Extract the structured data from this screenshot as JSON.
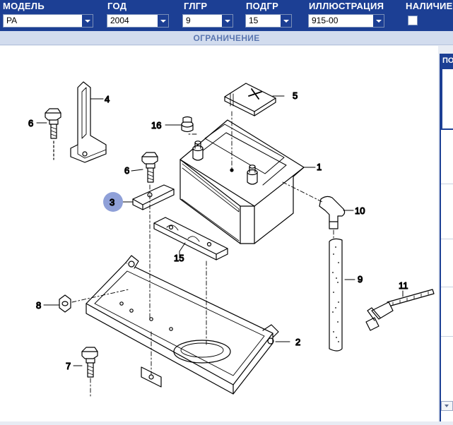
{
  "header": {
    "model": {
      "label": "МОДЕЛЬ",
      "value": "PA"
    },
    "year": {
      "label": "ГОД",
      "value": "2004"
    },
    "group": {
      "label": "ГЛГР",
      "value": "9"
    },
    "subgroup": {
      "label": "ПОДГР",
      "value": "15"
    },
    "illustration": {
      "label": "ИЛЛЮСТРАЦИЯ",
      "value": "915-00"
    },
    "availability": {
      "label": "НАЛИЧИЕ",
      "checked": false
    }
  },
  "title": "ОГРАНИЧЕНИЕ",
  "side_panel": {
    "label": "ПО"
  },
  "callouts": {
    "c1": "1",
    "c2": "2",
    "c3": "3",
    "c4": "4",
    "c5": "5",
    "c6a": "6",
    "c6b": "6",
    "c7": "7",
    "c8": "8",
    "c9": "9",
    "c10": "10",
    "c11": "11",
    "c15": "15",
    "c16": "16"
  },
  "colors": {
    "brand": "#1c3f94",
    "title_text": "#5a76b0",
    "highlight": "#8fa0d8"
  }
}
